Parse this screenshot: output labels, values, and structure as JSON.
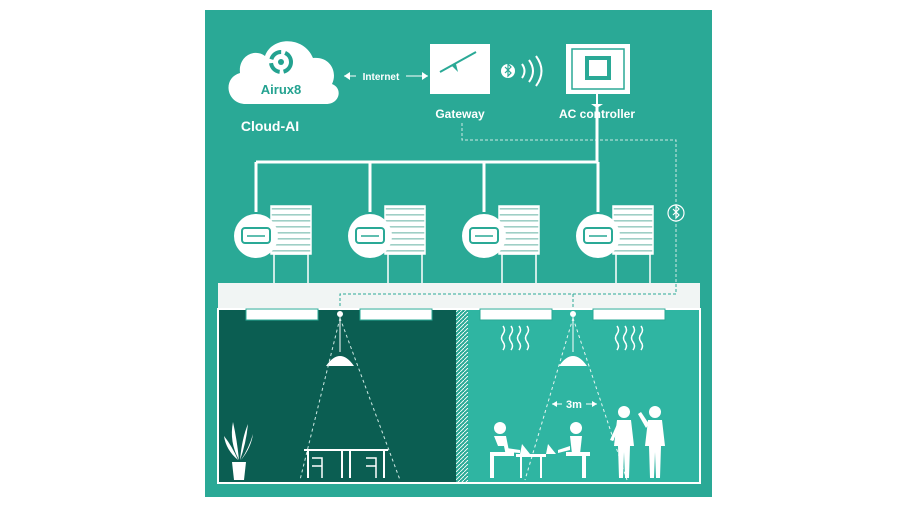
{
  "cloud": {
    "brand": "Airux8",
    "caption": "Cloud-AI"
  },
  "link": {
    "label": "Internet"
  },
  "gateway": {
    "label": "Gateway"
  },
  "controller": {
    "label": "AC controller"
  },
  "room": {
    "distance_label": "3m"
  },
  "colors": {
    "background": "#2aa996",
    "dark_room": "#0b5e52",
    "light_room": "#2fb5a2",
    "white": "#ffffff",
    "slab": "#f1f5f4",
    "logo": "#23a290"
  },
  "units": {
    "count": 4
  }
}
